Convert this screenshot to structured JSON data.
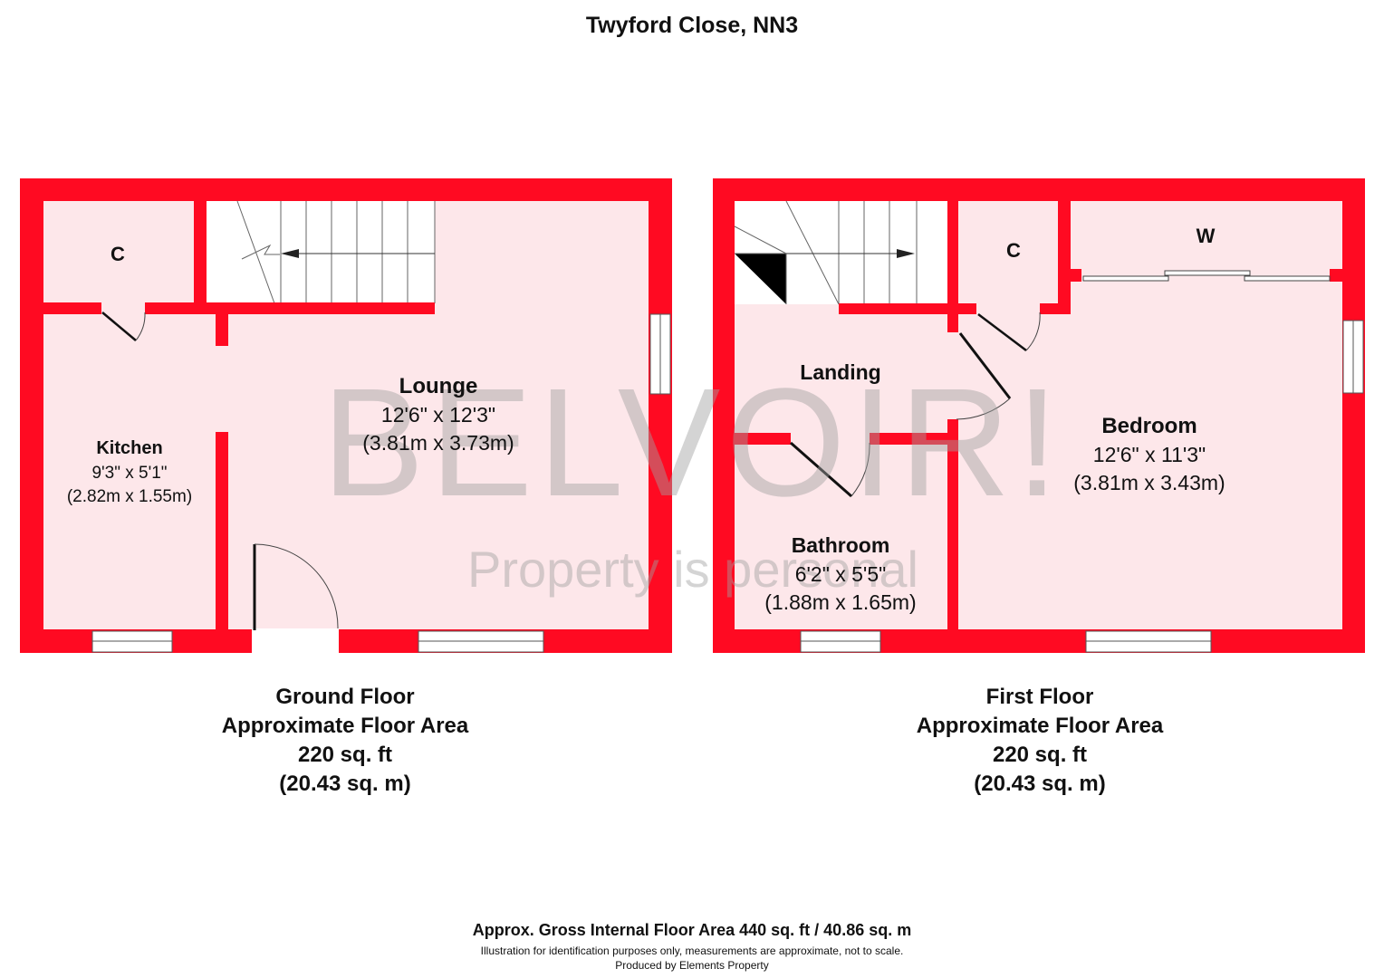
{
  "title": "Twyford Close, NN3",
  "watermark": {
    "brand": "BELVOIR!",
    "tagline": "Property is personal"
  },
  "colors": {
    "wall": "#ff0a22",
    "room_fill": "#fde7ea",
    "watermark": "#a0a0a0"
  },
  "ground_floor": {
    "rooms": {
      "cupboard": {
        "name": "C"
      },
      "lounge": {
        "name": "Lounge",
        "imperial": "12'6\" x 12'3\"",
        "metric": "(3.81m x 3.73m)"
      },
      "kitchen": {
        "name": "Kitchen",
        "imperial": "9'3\" x 5'1\"",
        "metric": "(2.82m x 1.55m)"
      }
    },
    "label": {
      "floor": "Ground Floor",
      "area_label": "Approximate Floor Area",
      "area_imperial": "220 sq. ft",
      "area_metric": "(20.43 sq. m)"
    }
  },
  "first_floor": {
    "rooms": {
      "cupboard": {
        "name": "C"
      },
      "wardrobe": {
        "name": "W"
      },
      "landing": {
        "name": "Landing"
      },
      "bedroom": {
        "name": "Bedroom",
        "imperial": "12'6\" x 11'3\"",
        "metric": "(3.81m x 3.43m)"
      },
      "bathroom": {
        "name": "Bathroom",
        "imperial": "6'2\" x 5'5\"",
        "metric": "(1.88m x 1.65m)"
      }
    },
    "label": {
      "floor": "First Floor",
      "area_label": "Approximate Floor Area",
      "area_imperial": "220 sq. ft",
      "area_metric": "(20.43 sq. m)"
    }
  },
  "footer": {
    "gross_area": "Approx. Gross Internal Floor Area 440 sq. ft / 40.86 sq. m",
    "disclaimer": "Illustration for identification purposes only, measurements are approximate, not to scale.",
    "producer": "Produced by Elements Property"
  }
}
